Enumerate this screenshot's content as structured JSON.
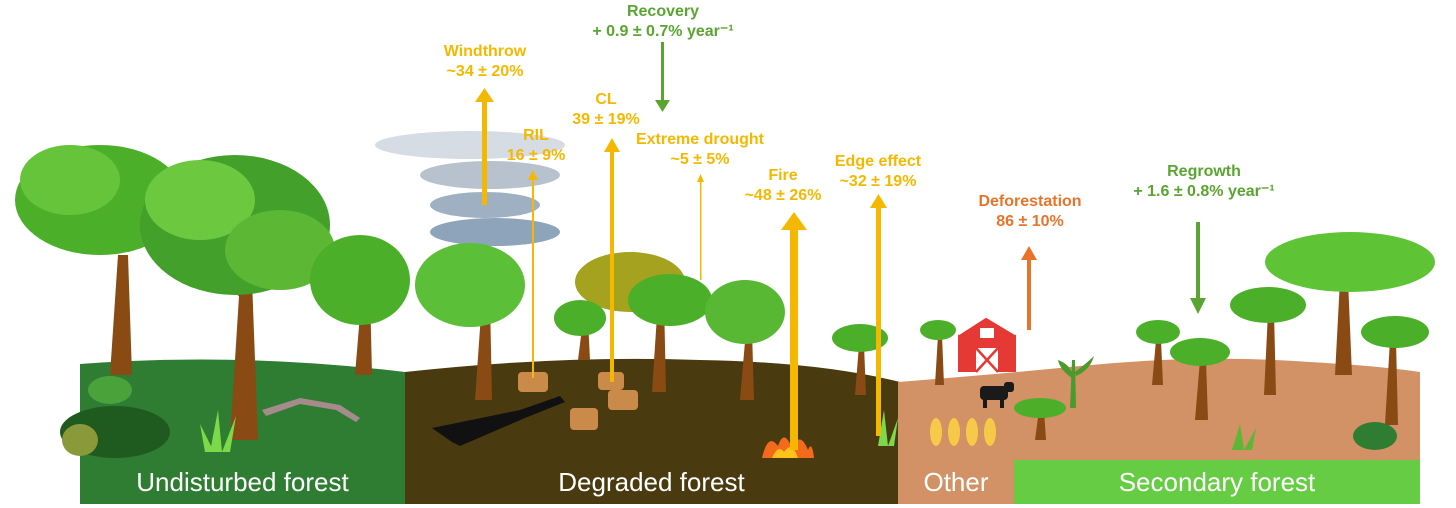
{
  "colors": {
    "yellow": "#f5b800",
    "green_label": "#5aa531",
    "orange": "#e8742a",
    "undisturbed_band": "#2e7d32",
    "degraded_band": "#4a3a10",
    "other_band": "#d29266",
    "secondary_band": "#66cc44"
  },
  "labels": {
    "recovery": {
      "title": "Recovery",
      "value": "+ 0.9 ± 0.7% year⁻¹"
    },
    "windthrow": {
      "title": "Windthrow",
      "value": "~34 ± 20%"
    },
    "cl": {
      "title": "CL",
      "value": "39 ± 19%"
    },
    "ril": {
      "title": "RIL",
      "value": "16 ± 9%"
    },
    "extreme_drought": {
      "title": "Extreme drought",
      "value": "~5 ± 5%"
    },
    "fire": {
      "title": "Fire",
      "value": "~48 ± 26%"
    },
    "edge_effect": {
      "title": "Edge effect",
      "value": "~32 ± 19%"
    },
    "deforestation": {
      "title": "Deforestation",
      "value": "86 ± 10%"
    },
    "regrowth": {
      "title": "Regrowth",
      "value": "+ 1.6 ± 0.8% year⁻¹"
    }
  },
  "bands": {
    "undisturbed": "Undisturbed forest",
    "degraded": "Degraded forest",
    "other": "Other",
    "secondary": "Secondary forest"
  },
  "icons": [
    "tree-icon",
    "cloud-icon",
    "fire-icon",
    "barn-icon",
    "cow-icon",
    "corn-icon",
    "stump-icon",
    "grass-icon",
    "bush-icon",
    "sapling-icon"
  ]
}
